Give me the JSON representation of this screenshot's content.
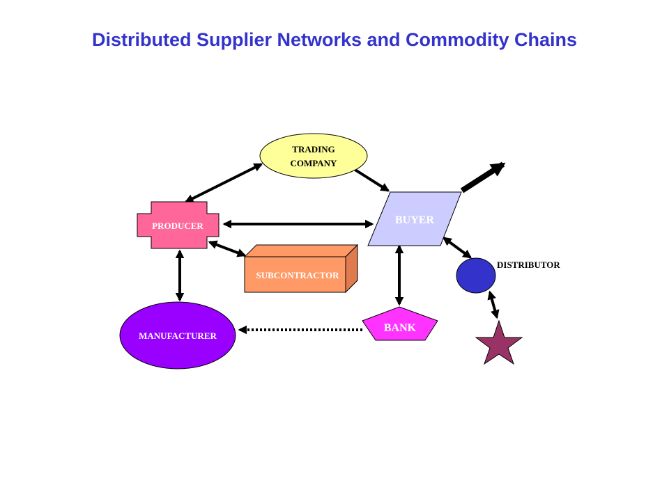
{
  "title": "Distributed Supplier Networks and Commodity Chains",
  "nodes": {
    "trading_company": {
      "line1": "TRADING",
      "line2": "COMPANY",
      "color": "#FFFF99"
    },
    "producer": {
      "label": "PRODUCER",
      "color": "#FF6699"
    },
    "buyer": {
      "label": "BUYER",
      "color": "#CCCCFF"
    },
    "subcontractor": {
      "label": "SUBCONTRACTOR",
      "color": "#FF9966"
    },
    "distributor": {
      "label": "DISTRIBUTOR",
      "color": "#3333CC"
    },
    "manufacturer": {
      "label": "MANUFACTURER",
      "color": "#9900FF"
    },
    "bank": {
      "label": "BANK",
      "color": "#FF33FF"
    },
    "star": {
      "color": "#993366"
    }
  },
  "colors": {
    "title": "#3333CC",
    "arrow": "#000000"
  }
}
